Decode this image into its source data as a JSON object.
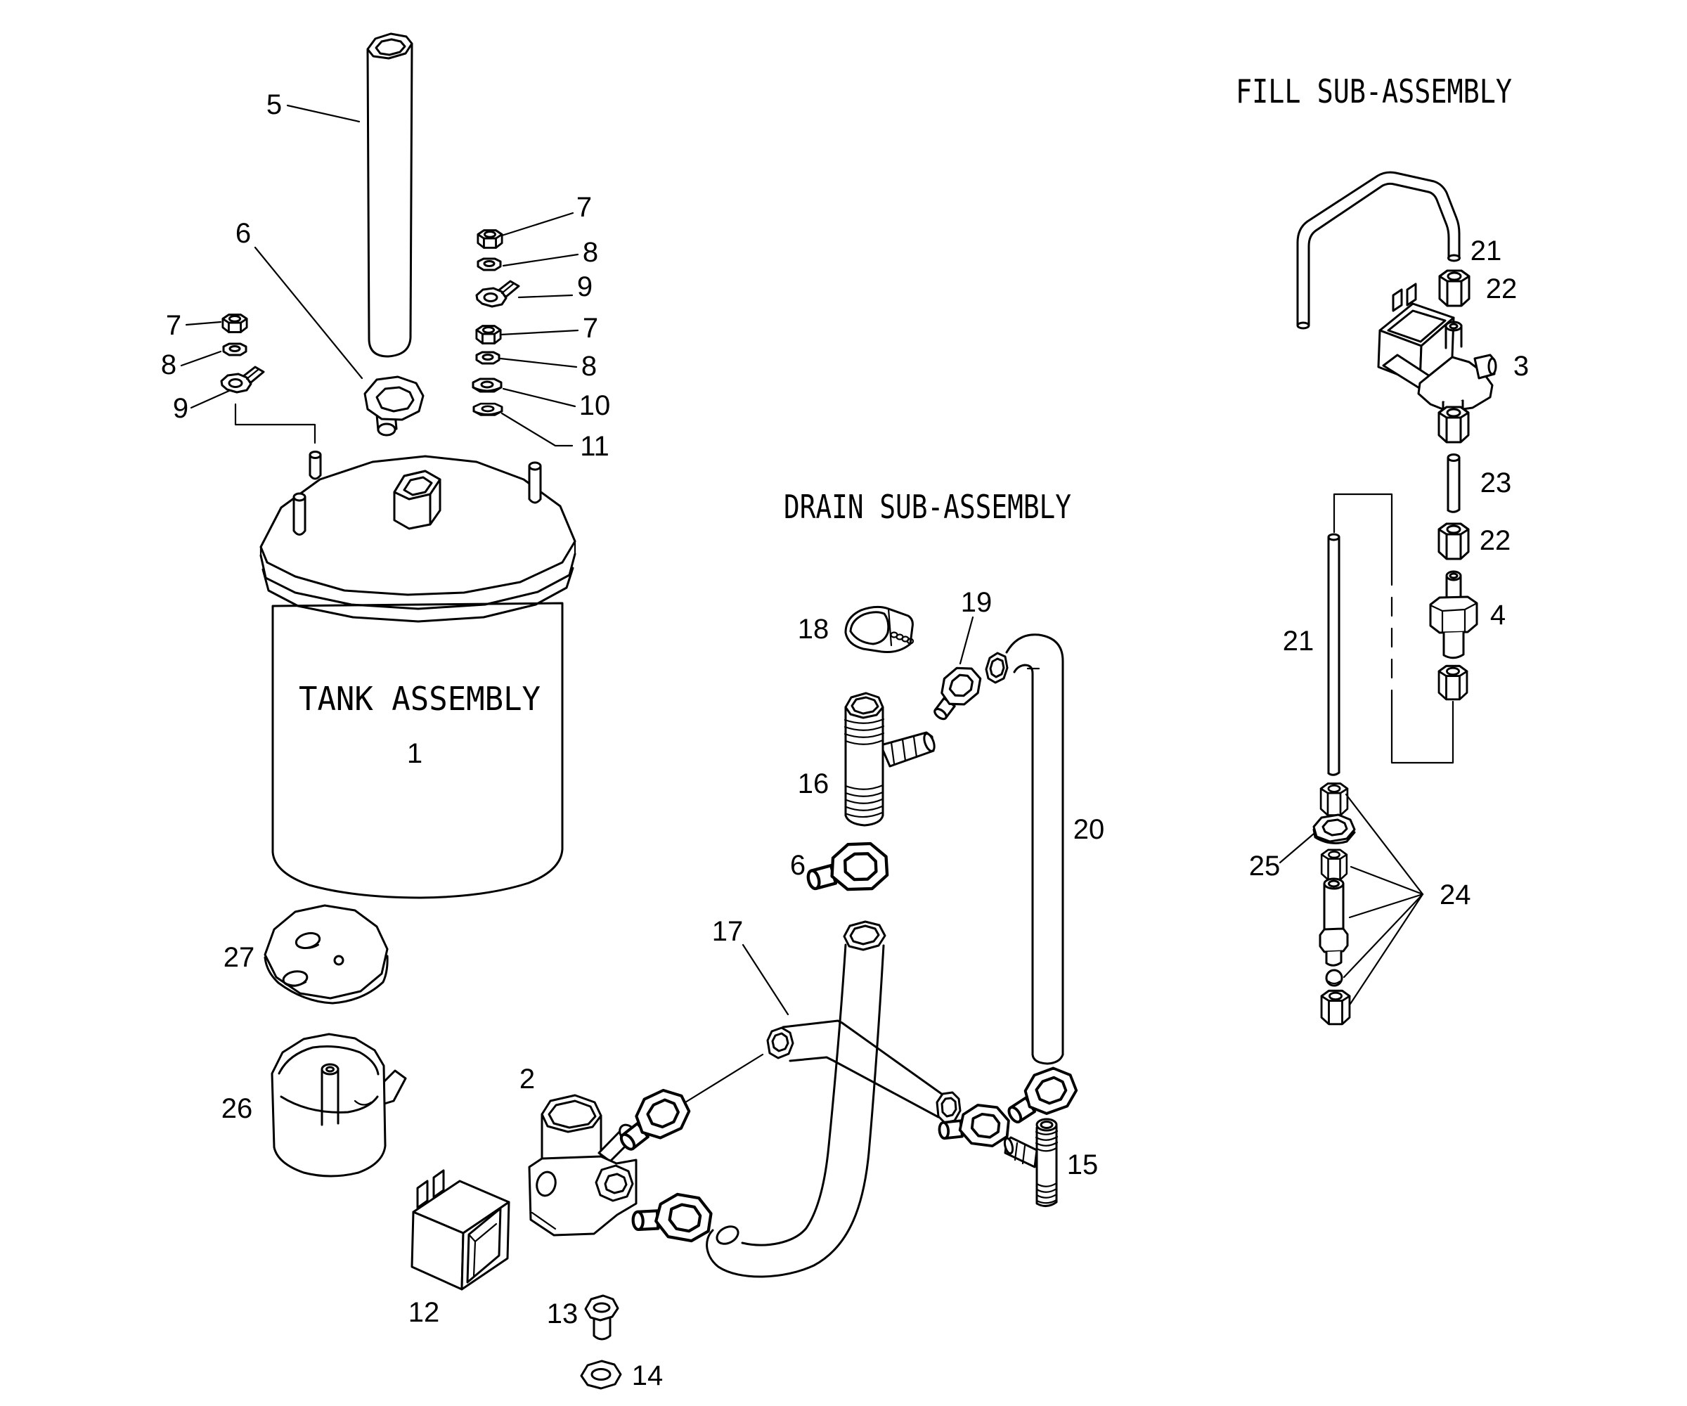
{
  "diagram": {
    "background": "#ffffff",
    "line_color": "#000000",
    "sections": {
      "tank": {
        "title": "TANK ASSEMBLY",
        "number": "1"
      },
      "drain": {
        "title": "DRAIN SUB-ASSEMBLY"
      },
      "fill": {
        "title": "FILL SUB-ASSEMBLY"
      }
    },
    "callouts": {
      "tube5": "5",
      "clamp6_tank": "6",
      "nut7_left": "7",
      "washer8_left": "8",
      "terminal9_left": "9",
      "nut7_r1": "7",
      "washer8_r1": "8",
      "terminal9_r": "9",
      "nut7_r2": "7",
      "washer8_r2": "8",
      "washer10": "10",
      "washer11": "11",
      "plate27": "27",
      "cup26": "26",
      "valve2": "2",
      "solenoid12": "12",
      "bushing13": "13",
      "washer14": "14",
      "clamp18": "18",
      "clamp19": "19",
      "fitting16": "16",
      "clamp6_drain": "6",
      "hose17": "17",
      "tube20": "20",
      "tee15": "15",
      "tube21_bent": "21",
      "nut22_top": "22",
      "valve3": "3",
      "tube23": "23",
      "nut22_mid": "22",
      "checkvalve4": "4",
      "tube21_straight": "21",
      "nut25": "25",
      "group24": "24"
    }
  }
}
